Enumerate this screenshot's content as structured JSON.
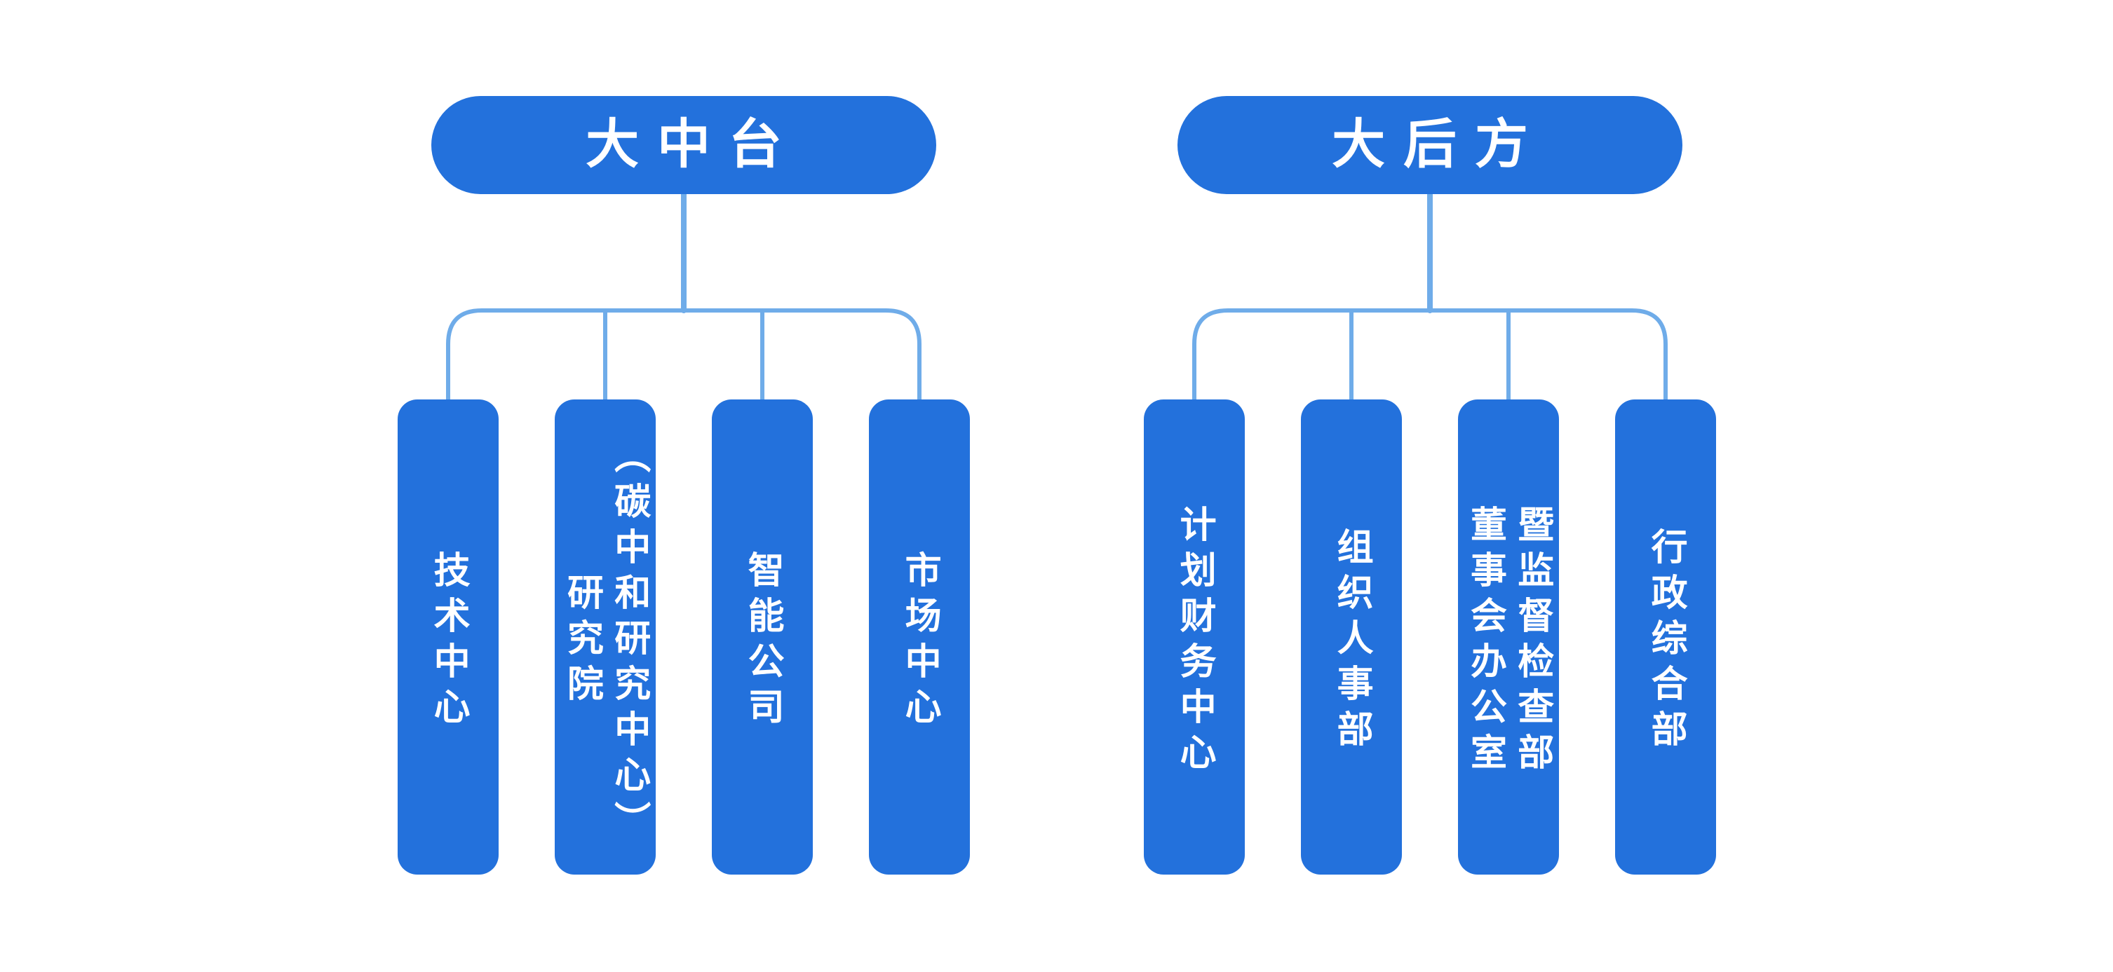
{
  "diagram": {
    "type": "org-chart",
    "background": "#FFFFFF",
    "colors": {
      "node_fill": "#2371DC",
      "node_text": "#FFFFFF",
      "connector": "#6FACE9"
    },
    "groups": [
      {
        "header": "大中台",
        "children": [
          {
            "label": "技术中心",
            "lines": [
              "技术中心"
            ]
          },
          {
            "label": "研究院（碳中和研究中心）",
            "lines": [
              "研究院",
              "（碳中和研究中心）"
            ]
          },
          {
            "label": "智能公司",
            "lines": [
              "智能公司"
            ]
          },
          {
            "label": "市场中心",
            "lines": [
              "市场中心"
            ]
          }
        ]
      },
      {
        "header": "大后方",
        "children": [
          {
            "label": "计划财务中心",
            "lines": [
              "计划财务中心"
            ]
          },
          {
            "label": "组织人事部",
            "lines": [
              "组织人事部"
            ]
          },
          {
            "label": "董事会办公室暨监督检查部",
            "lines": [
              "董事会办公室",
              "暨监督检查部"
            ]
          },
          {
            "label": "行政综合部",
            "lines": [
              "行政综合部"
            ]
          }
        ]
      }
    ]
  }
}
